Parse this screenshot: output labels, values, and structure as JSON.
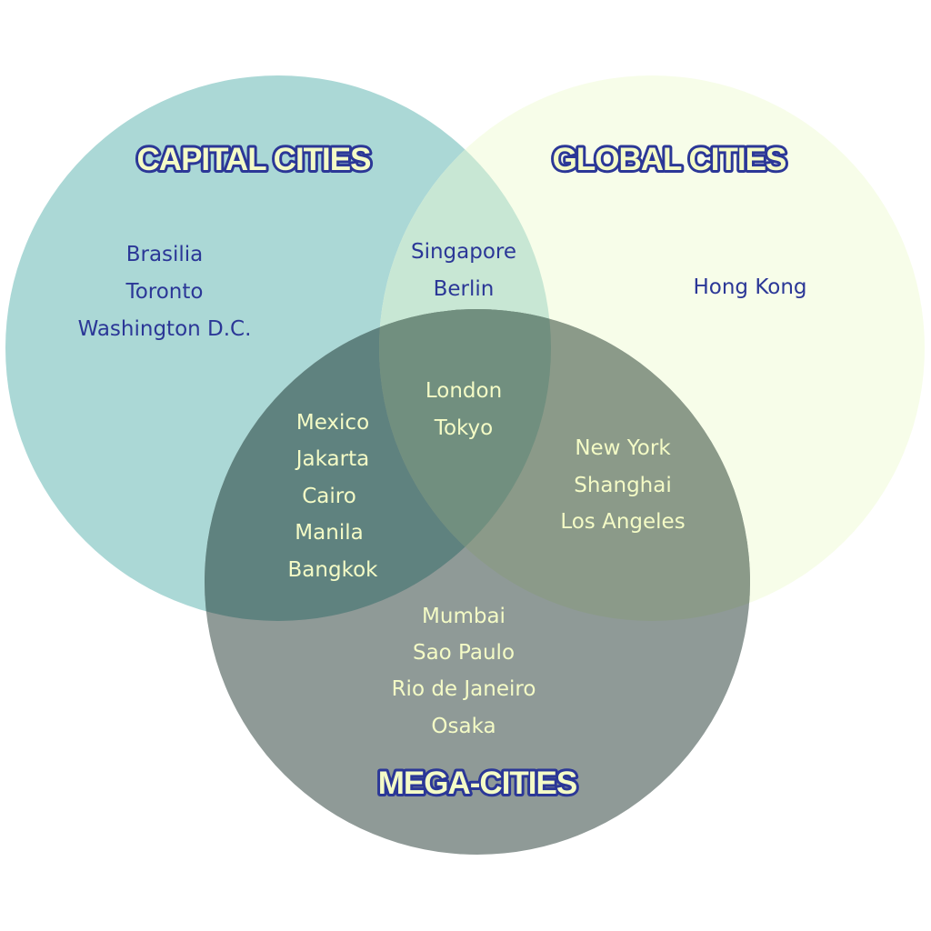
{
  "colors": {
    "capital_only": "#abd8d6",
    "global_only": "#f7fde9",
    "mega_only": "#8f9a97",
    "capital_global": "#c8e7d4",
    "capital_mega": "#5f827f",
    "global_mega": "#8b9a89",
    "all_three": "#718f7f",
    "dark_text": "#2b3797",
    "light_text": "#f4fbc6",
    "title_fill": "#f4fbc6",
    "title_stroke": "#2b3797"
  },
  "sets": {
    "capital": {
      "title": "CAPITAL CITIES"
    },
    "global": {
      "title": "GLOBAL CITIES"
    },
    "mega": {
      "title": "MEGA-CITIES"
    }
  },
  "regions": {
    "capital_only": [
      "Brasilia",
      "Toronto",
      "Washington D.C."
    ],
    "global_only": [
      "Hong Kong"
    ],
    "capital_global": [
      "Singapore",
      "Berlin"
    ],
    "all_three": [
      "London",
      "Tokyo"
    ],
    "capital_mega": [
      "Mexico",
      "Jakarta",
      "Cairo",
      "Manila",
      "Bangkok"
    ],
    "global_mega": [
      "New York",
      "Shanghai",
      "Los Angeles"
    ],
    "mega_only": [
      "Mumbai",
      "Sao Paulo",
      "Rio de Janeiro",
      "Osaka"
    ]
  }
}
